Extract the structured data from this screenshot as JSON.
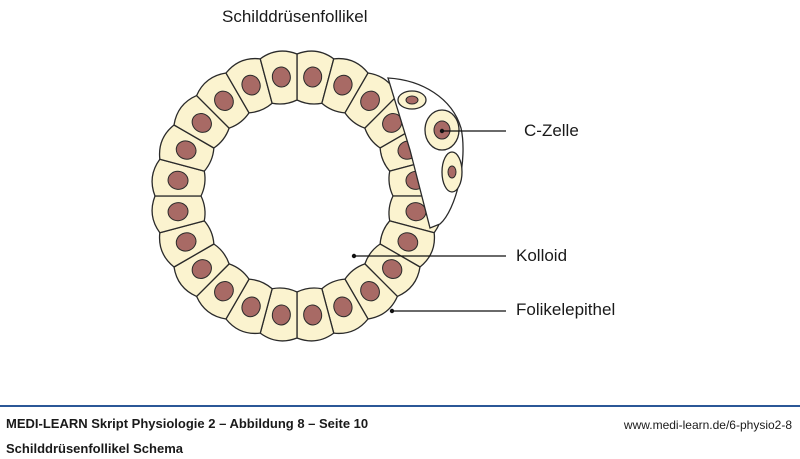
{
  "diagram": {
    "title": "Schilddrüsenfollikel",
    "labels": {
      "c_cell": "C-Zelle",
      "colloid": "Kolloid",
      "epithelium": "Folikelepithel"
    }
  },
  "footer": {
    "line1": "MEDI-LEARN Skript Physiologie 2 – Abbildung 8 – Seite 10",
    "line2": "Schilddrüsenfollikel Schema",
    "url": "www.medi-learn.de/6-physio2-8"
  },
  "colors": {
    "cell_fill": "#fbf3cf",
    "nucleus": "#a86a65",
    "outline": "#2a2a2a",
    "rule": "#2b5797"
  }
}
